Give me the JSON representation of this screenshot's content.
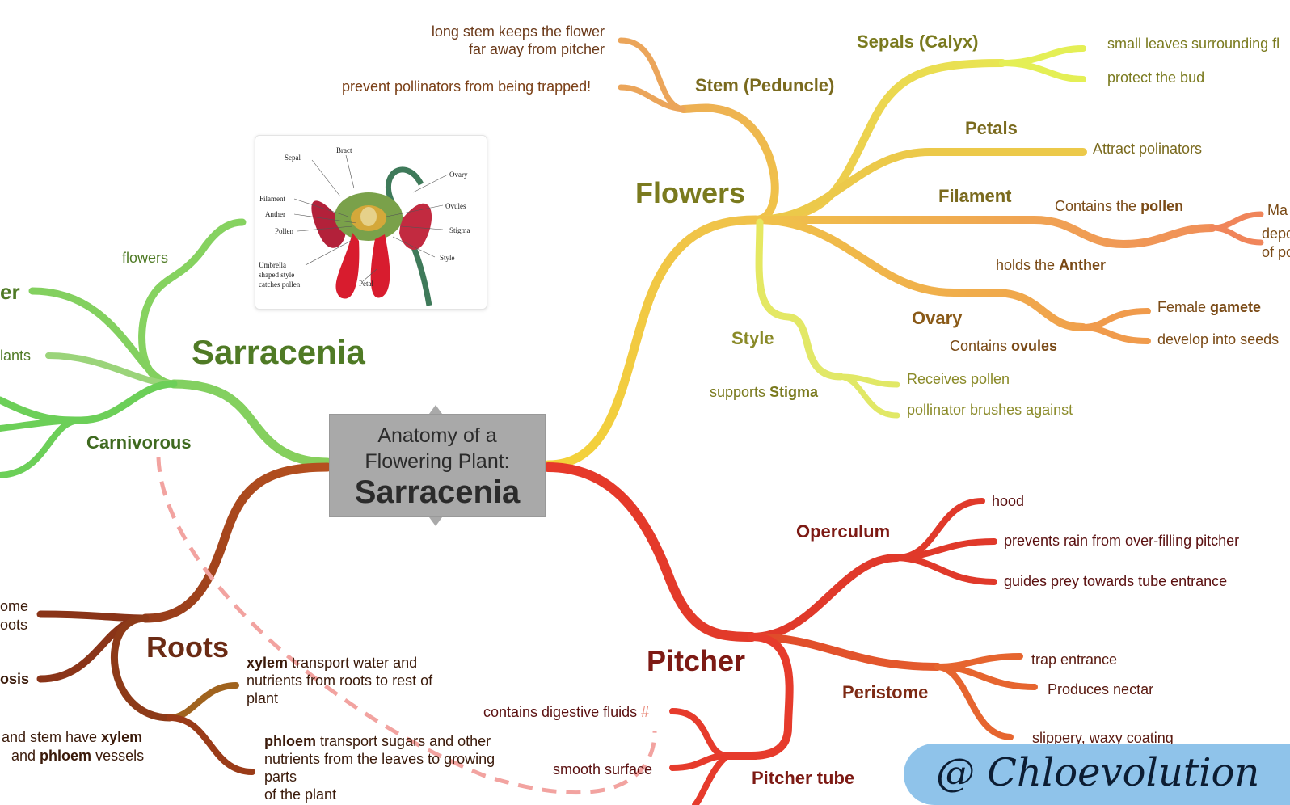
{
  "central": {
    "line1": "Anatomy of a",
    "line2": "Flowering Plant:",
    "title": "Sarracenia"
  },
  "colors": {
    "flowers": "#7a7a1e",
    "sarracenia": "#4f7a25",
    "roots": "#6b2b14",
    "pitcher": "#7d1a14",
    "note_brown": "#6b3a1a"
  },
  "sarracenia": {
    "title": "Sarracenia",
    "carnivorous": "Carnivorous",
    "flowers_note": "flowers",
    "partial_er": "er",
    "partial_lants": "lants"
  },
  "roots": {
    "title": "Roots",
    "xylem_bold": "xylem",
    "xylem_rest_1": " transport water and",
    "xylem_rest_2": "nutrients from roots to rest of",
    "xylem_rest_3": "plant",
    "phloem_bold": "phloem",
    "phloem_rest_1": " transport sugars and other",
    "phloem_rest_2": "nutrients from the leaves to growing",
    "phloem_rest_3": "parts",
    "phloem_rest_4": "of the plant",
    "partial_ome": "ome",
    "partial_oots": "oots",
    "partial_osis": "osis",
    "vessels_1a": "and stem have ",
    "vessels_1b": "xylem",
    "vessels_2a": "and ",
    "vessels_2b": "phloem",
    "vessels_2c": " vessels"
  },
  "flowers": {
    "title": "Flowers",
    "stem": "Stem (Peduncle)",
    "stem_note_1": "long stem keeps the flower",
    "stem_note_2": "far away from pitcher",
    "stem_note_3": "prevent pollinators from being trapped!",
    "sepals": "Sepals (Calyx)",
    "sepals_note_1": "small leaves surrounding fl",
    "sepals_note_2": "protect the bud",
    "petals": "Petals",
    "petals_note": "Attract polinators",
    "filament": "Filament",
    "filament_note_a": "Contains the ",
    "filament_note_b": "pollen",
    "partial_ma": "Ma",
    "partial_depo": "depo",
    "partial_ofpo": "of po",
    "anther_a": "holds the ",
    "anther_b": "Anther",
    "ovary": "Ovary",
    "ovary_note_a": "Contains ",
    "ovary_note_b": "ovules",
    "female_a": "Female ",
    "female_b": "gamete",
    "develop": "develop into seeds",
    "style": "Style",
    "style_note_a": "supports ",
    "style_note_b": "Stigma",
    "receives": "Receives pollen",
    "brushes": "pollinator brushes against"
  },
  "pitcher": {
    "title": "Pitcher",
    "operculum": "Operculum",
    "hood": "hood",
    "rain": "prevents rain from over-filling pitcher",
    "guides": "guides prey towards tube entrance",
    "peristome": "Peristome",
    "trap": "trap entrance",
    "nectar": "Produces nectar",
    "slippery": "slippery, waxy coating",
    "tube": "Pitcher tube",
    "digestive": "contains digestive fluids",
    "hash": "#",
    "smooth": "smooth surface"
  },
  "figure": {
    "labels": [
      "Sepal",
      "Bract",
      "Ovary",
      "Filament",
      "Ovules",
      "Anther",
      "Stigma",
      "Pollen",
      "Style",
      "Umbrella",
      "shaped style",
      "catches pollen",
      "Petal"
    ]
  },
  "watermark": "@ Chloevolution"
}
